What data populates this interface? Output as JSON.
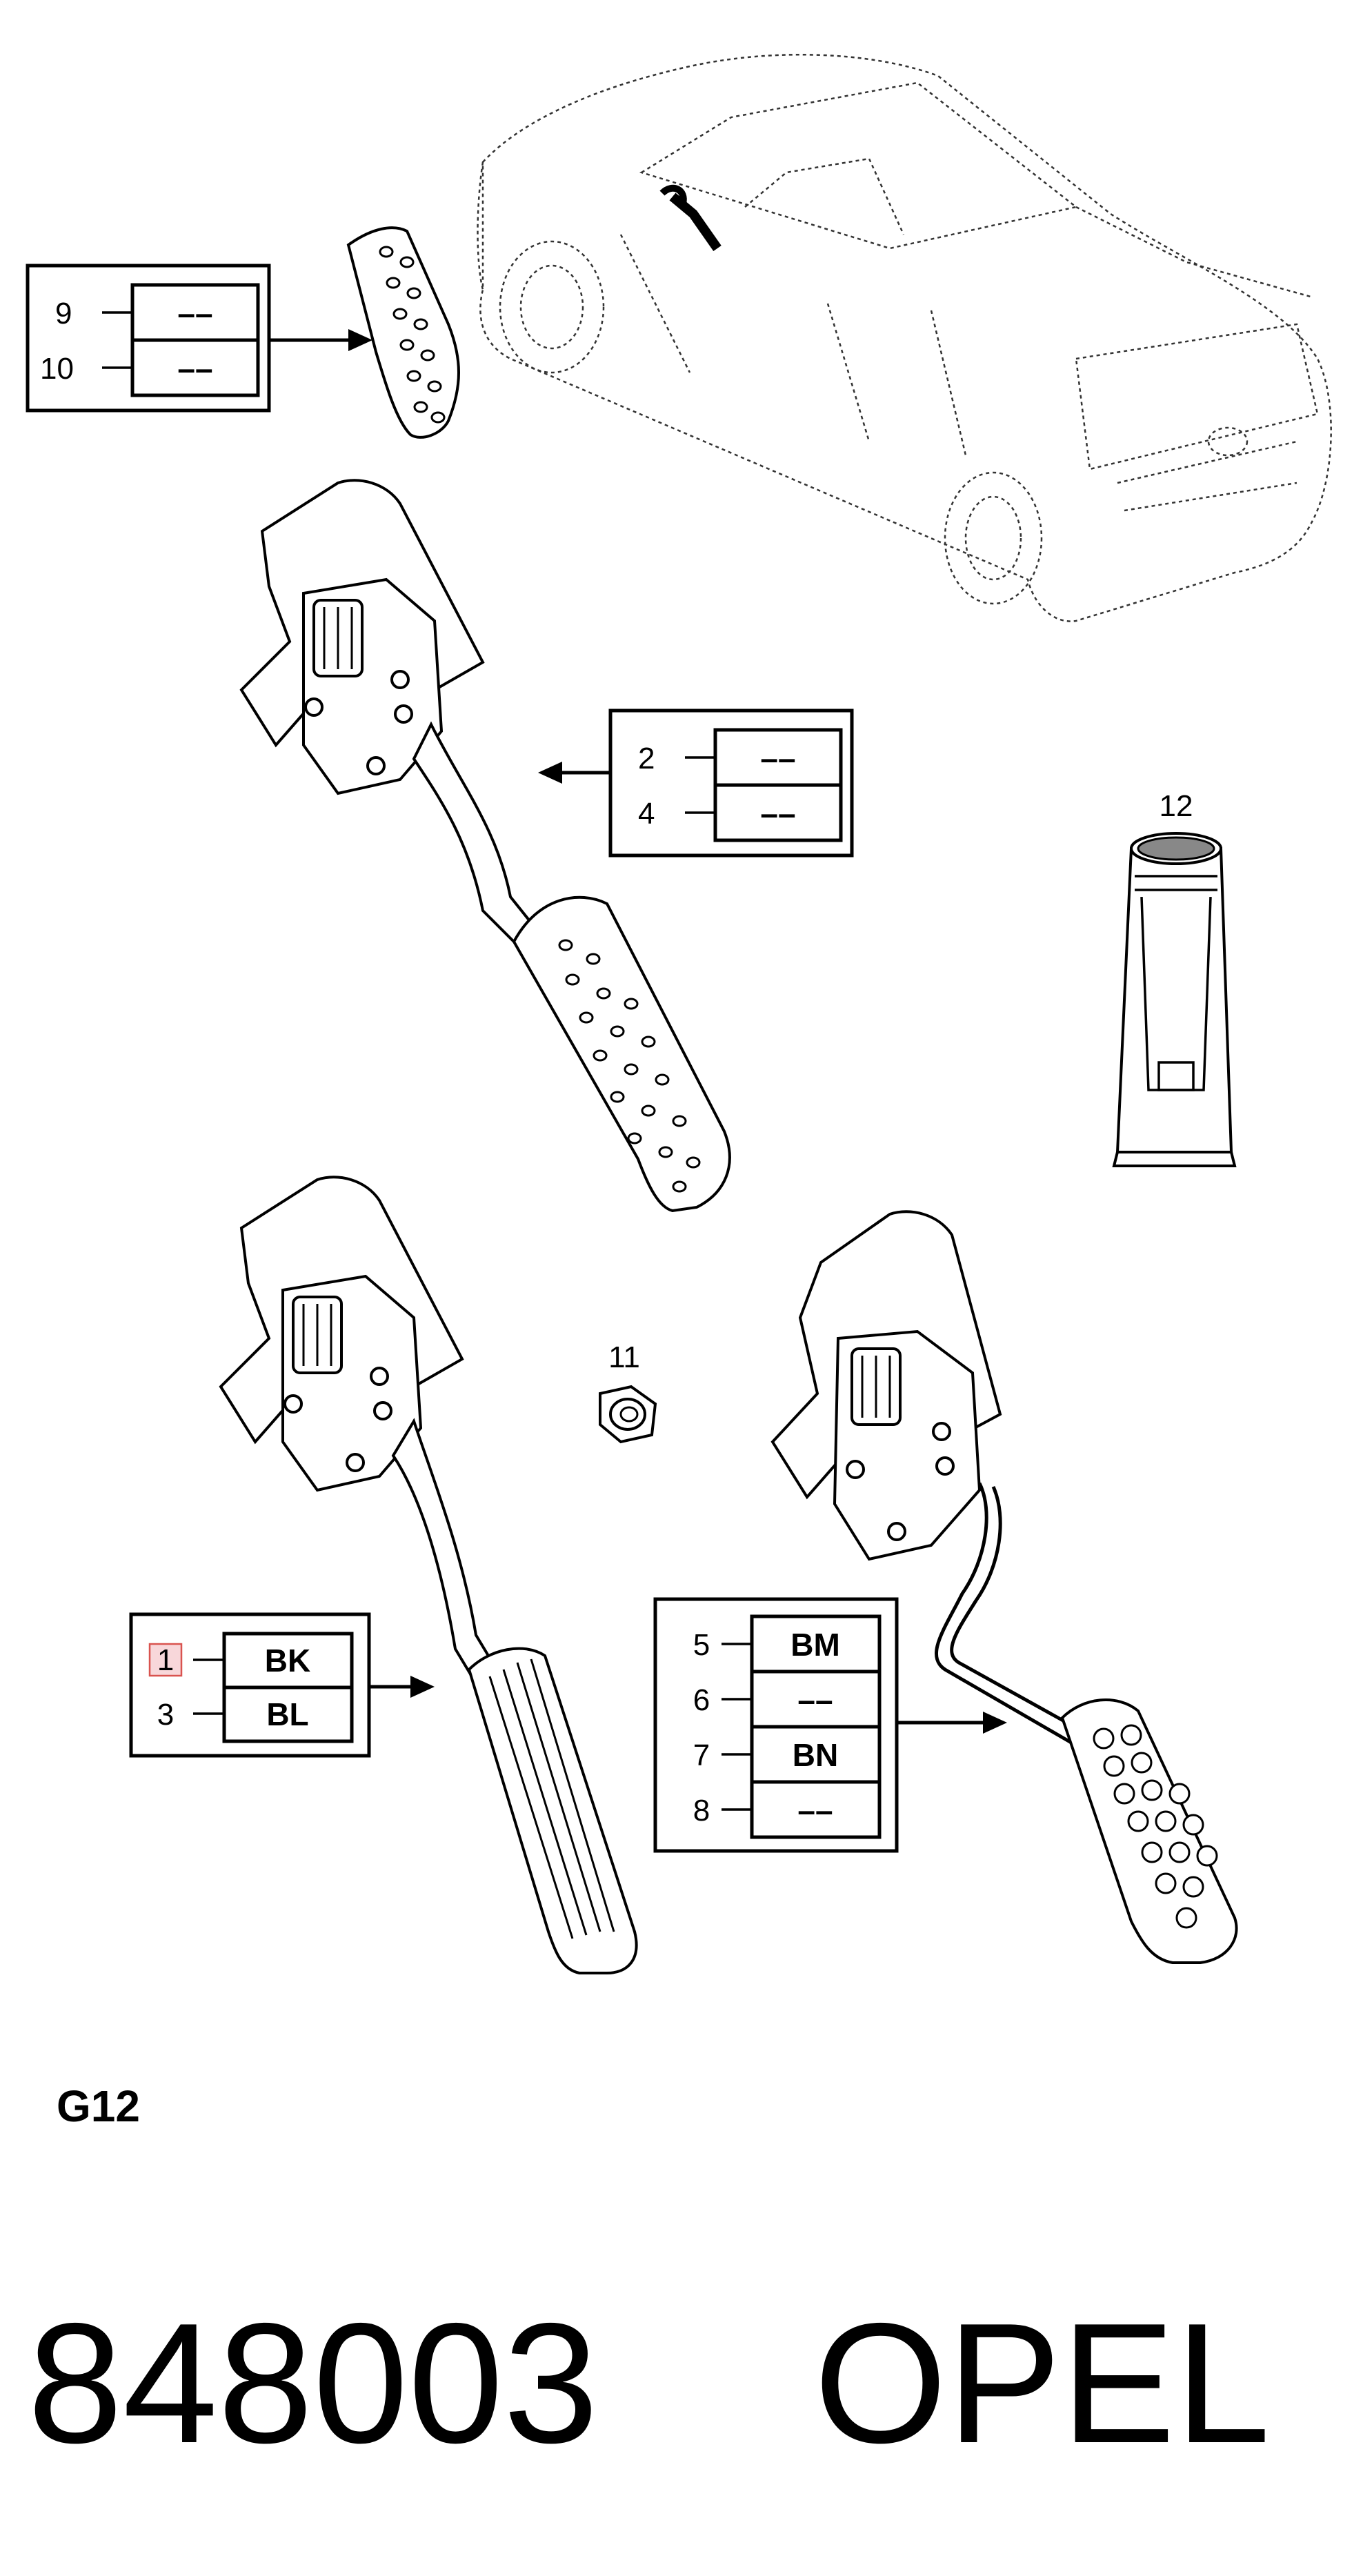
{
  "callouts": {
    "c9": {
      "num": "9",
      "code": "––"
    },
    "c10": {
      "num": "10",
      "code": "––"
    },
    "c2": {
      "num": "2",
      "code": "––"
    },
    "c4": {
      "num": "4",
      "code": "––"
    },
    "c1": {
      "num": "1",
      "code": "BK"
    },
    "c3": {
      "num": "3",
      "code": "BL"
    },
    "c5": {
      "num": "5",
      "code": "BM"
    },
    "c6": {
      "num": "6",
      "code": "––"
    },
    "c7": {
      "num": "7",
      "code": "BN"
    },
    "c8": {
      "num": "8",
      "code": "––"
    }
  },
  "part_labels": {
    "p11": "11",
    "p12": "12"
  },
  "section_code": "G12",
  "catalog_number": "848003",
  "brand": "OPEL",
  "colors": {
    "highlight_fill": "#f8d7da",
    "highlight_stroke": "#d9534f"
  }
}
